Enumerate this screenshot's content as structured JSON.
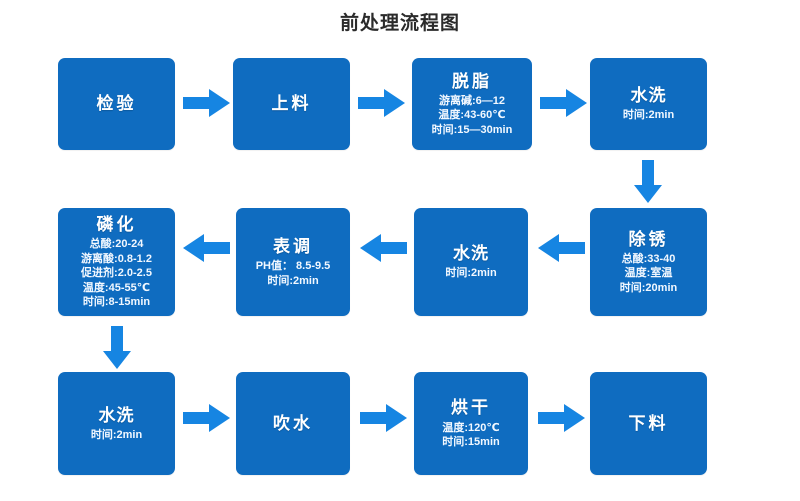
{
  "title": "前处理流程图",
  "colors": {
    "node_fill": "#0f6cc0",
    "arrow_fill": "#1685e2",
    "background": "#ffffff",
    "title_text": "#2b2b2b"
  },
  "flow": {
    "rows": [
      {
        "direction": "right",
        "nodes": [
          {
            "id": "inspection",
            "title": "检验",
            "lines": []
          },
          {
            "id": "loading",
            "title": "上料",
            "lines": []
          },
          {
            "id": "degreasing",
            "title": "脱脂",
            "lines": [
              "游离碱:6—12",
              "温度:43-60℃",
              "时间:15—30min"
            ]
          },
          {
            "id": "water-wash-1",
            "title": "水洗",
            "lines": [
              "时间:2min"
            ]
          }
        ]
      },
      {
        "direction": "left",
        "nodes": [
          {
            "id": "phosphating",
            "title": "磷化",
            "lines": [
              "总酸:20-24",
              "游离酸:0.8-1.2",
              "促进剂:2.0-2.5",
              "温度:45-55℃",
              "时间:8-15min"
            ]
          },
          {
            "id": "surface-conditioning",
            "title": "表调",
            "lines": [
              "PH值： 8.5-9.5",
              "时间:2min"
            ]
          },
          {
            "id": "water-wash-2",
            "title": "水洗",
            "lines": [
              "时间:2min"
            ]
          },
          {
            "id": "derusting",
            "title": "除锈",
            "lines": [
              "总酸:33-40",
              "温度:室温",
              "时间:20min"
            ]
          }
        ]
      },
      {
        "direction": "right",
        "nodes": [
          {
            "id": "water-wash-3",
            "title": "水洗",
            "lines": [
              "时间:2min"
            ]
          },
          {
            "id": "water-blow",
            "title": "吹水",
            "lines": []
          },
          {
            "id": "drying",
            "title": "烘干",
            "lines": [
              "温度:120℃",
              "时间:15min"
            ]
          },
          {
            "id": "unloading",
            "title": "下料",
            "lines": []
          }
        ]
      }
    ],
    "connectors": [
      {
        "id": "r1-c1",
        "type": "arrow-right-icon"
      },
      {
        "id": "r1-c2",
        "type": "arrow-right-icon"
      },
      {
        "id": "r1-c3",
        "type": "arrow-right-icon"
      },
      {
        "id": "r1-to-r2",
        "type": "arrow-down-icon"
      },
      {
        "id": "r2-c1",
        "type": "arrow-left-icon"
      },
      {
        "id": "r2-c2",
        "type": "arrow-left-icon"
      },
      {
        "id": "r2-c3",
        "type": "arrow-left-icon"
      },
      {
        "id": "r2-to-r3",
        "type": "arrow-down-icon"
      },
      {
        "id": "r3-c1",
        "type": "arrow-right-icon"
      },
      {
        "id": "r3-c2",
        "type": "arrow-right-icon"
      },
      {
        "id": "r3-c3",
        "type": "arrow-right-icon"
      }
    ]
  }
}
